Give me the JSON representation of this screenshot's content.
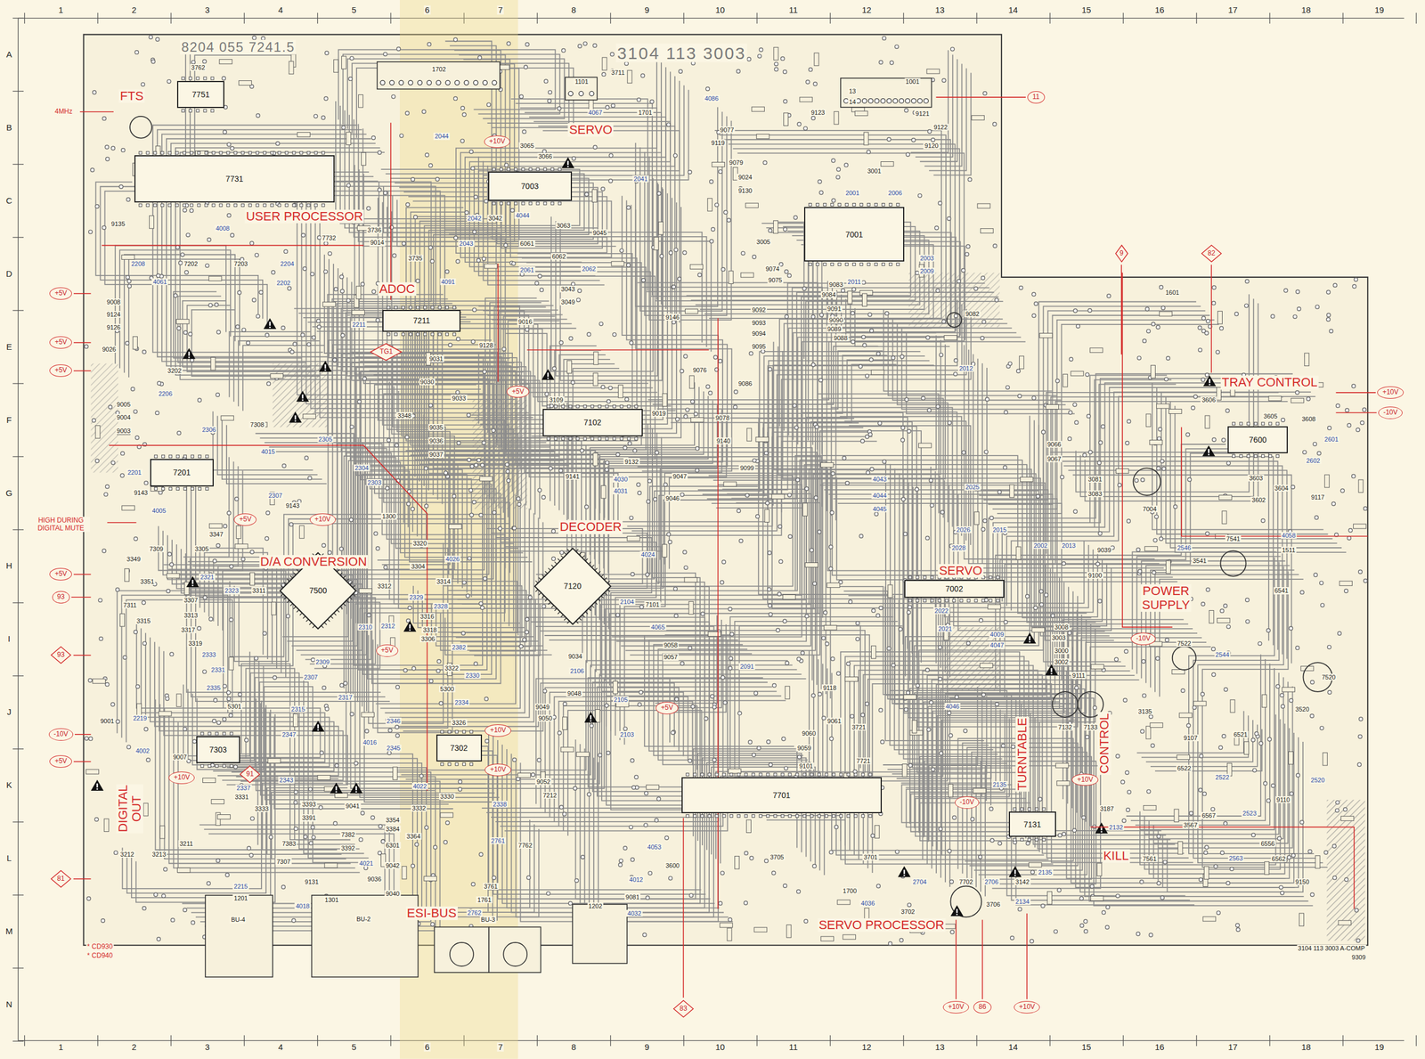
{
  "diagram": {
    "nodes": [
      {
        "text": [
          "7751"
        ]
      },
      {
        "text": [
          "11"
        ]
      },
      {
        "text": [
          "7731"
        ]
      },
      {
        "text": [
          "7003"
        ]
      },
      {
        "text": [
          "+10V"
        ]
      },
      {
        "text": [
          "7001"
        ]
      },
      {
        "text": [
          "9"
        ]
      },
      {
        "text": [
          "82"
        ]
      },
      {
        "text": [
          "+5V"
        ]
      },
      {
        "text": [
          "7211"
        ]
      },
      {
        "text": [
          "+5V"
        ]
      },
      {
        "text": [
          "TG1"
        ]
      },
      {
        "text": [
          "+5V"
        ]
      },
      {
        "text": [
          "+5V"
        ]
      },
      {
        "text": [
          "7102"
        ]
      },
      {
        "text": [
          "+10V"
        ]
      },
      {
        "text": [
          "-10V"
        ]
      },
      {
        "text": [
          "7600"
        ]
      },
      {
        "text": [
          "7201"
        ]
      },
      {
        "text": [
          "+5V"
        ]
      },
      {
        "text": [
          "+10V"
        ]
      },
      {
        "text": [
          "+5V"
        ]
      },
      {
        "text": [
          "7500"
        ]
      },
      {
        "text": [
          "7120"
        ]
      },
      {
        "text": [
          "7002"
        ]
      },
      {
        "text": [
          "93"
        ]
      },
      {
        "text": [
          "-10V"
        ]
      },
      {
        "text": [
          "+5V"
        ]
      },
      {
        "text": [
          "93"
        ]
      },
      {
        "text": [
          "+5V"
        ]
      },
      {
        "text": [
          "-10V"
        ]
      },
      {
        "text": [
          "+10V"
        ]
      },
      {
        "text": [
          "7303"
        ]
      },
      {
        "text": [
          "7302"
        ]
      },
      {
        "text": [
          "+5V"
        ]
      },
      {
        "text": [
          "+10V"
        ]
      },
      {
        "text": [
          "91"
        ]
      },
      {
        "text": [
          "+10V"
        ]
      },
      {
        "text": [
          "+10V"
        ]
      },
      {
        "text": [
          "7701"
        ]
      },
      {
        "text": [
          "-10V"
        ]
      },
      {
        "text": [
          "7131"
        ]
      },
      {
        "text": [
          "81"
        ]
      },
      {
        "text": [
          "83"
        ]
      },
      {
        "text": [
          "+10V"
        ]
      },
      {
        "text": [
          "86"
        ]
      },
      {
        "text": [
          "+10V"
        ]
      }
    ],
    "labels": [
      "1",
      "2",
      "3",
      "4",
      "5",
      "6",
      "7",
      "8",
      "9",
      "10",
      "11",
      "12",
      "13",
      "14",
      "15",
      "16",
      "17",
      "18",
      "19",
      "1",
      "2",
      "3",
      "4",
      "5",
      "6",
      "7",
      "8",
      "9",
      "10",
      "11",
      "12",
      "13",
      "14",
      "15",
      "16",
      "17",
      "18",
      "19",
      "A",
      "B",
      "C",
      "D",
      "E",
      "F",
      "G",
      "H",
      "I",
      "J",
      "K",
      "L",
      "M",
      "N",
      "FTS",
      "USER PROCESSOR",
      "SERVO",
      "ADOC",
      "TRAY CONTROL",
      "DECODER",
      "D/A CONVERSION",
      "SERVO",
      "POWER SUPPLY",
      "DIGITAL OUT",
      "ESI-BUS",
      "SERVO PROCESSOR",
      "TURNTABLE",
      "CONTROL",
      "KILL",
      "4MHz",
      "HIGH DURING DIGITAL MUTE",
      "* CD930",
      "* CD940",
      "3104 113 3003",
      "8204 055 7241.5",
      "3104 113 3003 A-COMP",
      "9309",
      "1702",
      "3762",
      "1101",
      "3711",
      "4067",
      "1701",
      "4086",
      "1001",
      "13",
      "14",
      "9123",
      "9121",
      "9122",
      "9120",
      "9077",
      "9119",
      "9079",
      "9024",
      "9130",
      "2041",
      "2044",
      "3065",
      "3066",
      "2042",
      "3042",
      "4044",
      "3063",
      "9045",
      "2043",
      "6061",
      "6062",
      "2061",
      "2062",
      "3043",
      "3049",
      "9016",
      "9146",
      "9128",
      "9031",
      "9030",
      "9033",
      "3348",
      "9035",
      "9036",
      "9037",
      "3109",
      "9019",
      "9076",
      "9086",
      "9078",
      "9140",
      "9132",
      "9141",
      "4030",
      "4031",
      "9047",
      "9046",
      "9099",
      "2001",
      "3001",
      "2006",
      "3005",
      "2011",
      "9074",
      "9075",
      "9083",
      "9084",
      "9092",
      "9093",
      "9094",
      "9095",
      "9091",
      "9090",
      "9089",
      "9088",
      "2003",
      "2009",
      "9082",
      "2012",
      "1601",
      "3606",
      "3605",
      "3608",
      "2601",
      "2602",
      "3603",
      "3604",
      "3602",
      "9117",
      "9066",
      "9067",
      "3081",
      "3083",
      "7004",
      "9039",
      "9100",
      "4043",
      "4044",
      "4045",
      "2025",
      "2026",
      "2015",
      "2028",
      "2002",
      "2013",
      "2546",
      "3541",
      "7541",
      "4058",
      "1511",
      "6541",
      "7522",
      "2544",
      "7520",
      "3520",
      "2022",
      "2021",
      "4009",
      "4047",
      "3008",
      "3003",
      "3000",
      "3002",
      "9111",
      "7132",
      "7133",
      "3135",
      "9107",
      "6521",
      "6522",
      "2522",
      "2520",
      "9110",
      "2523",
      "6567",
      "3567",
      "6556",
      "6562",
      "2563",
      "9150",
      "3187",
      "2132",
      "7561",
      "4046",
      "2135",
      "7702",
      "2706",
      "3142",
      "2135",
      "2134",
      "3706",
      "2704",
      "3702",
      "3701",
      "1700",
      "4036",
      "3705",
      "9118",
      "9061",
      "9060",
      "9059",
      "9101",
      "3721",
      "7721",
      "9058",
      "9057",
      "2091",
      "9034",
      "2106",
      "9048",
      "9049",
      "9050",
      "2105",
      "2103",
      "2104",
      "7101",
      "4065",
      "4024",
      "9052",
      "4053",
      "3600",
      "4012",
      "9081",
      "1202",
      "4032",
      "3761",
      "1761",
      "2762",
      "2761",
      "7762",
      "2338",
      "7212",
      "9008",
      "9124",
      "9126",
      "9026",
      "3202",
      "2206",
      "9005",
      "9004",
      "9003",
      "2208",
      "4061",
      "7202",
      "7203",
      "2204",
      "2202",
      "4008",
      "9135",
      "7732",
      "3736",
      "9014",
      "3735",
      "4091",
      "2211",
      "2306",
      "7308",
      "4015",
      "2305",
      "2304",
      "2303",
      "2307",
      "9143",
      "1300",
      "2201",
      "9143",
      "4005",
      "3347",
      "3305",
      "7309",
      "3349",
      "3351",
      "2321",
      "3307",
      "2323",
      "3311",
      "7311",
      "3313",
      "3315",
      "3317",
      "3319",
      "2333",
      "2331",
      "2335",
      "5301",
      "9001",
      "2219",
      "4002",
      "9007",
      "3212",
      "3213",
      "3211",
      "2215",
      "1201",
      "BU-4",
      "BU-2",
      "BU-3",
      "2337",
      "3331",
      "3333",
      "2343",
      "2347",
      "2309",
      "2307",
      "2317",
      "2315",
      "4016",
      "2346",
      "2345",
      "3393",
      "3391",
      "9041",
      "7383",
      "7307",
      "7382",
      "3392",
      "4021",
      "9042",
      "9036",
      "9040",
      "9131",
      "4018",
      "1301",
      "3354",
      "3384",
      "6301",
      "3364",
      "4022",
      "3332",
      "3330",
      "3320",
      "3304",
      "4026",
      "3314",
      "3312",
      "2329",
      "2328",
      "3316",
      "3318",
      "3306",
      "2310",
      "2312",
      "2382",
      "3322",
      "2330",
      "5300",
      "2334",
      "3326"
    ]
  }
}
